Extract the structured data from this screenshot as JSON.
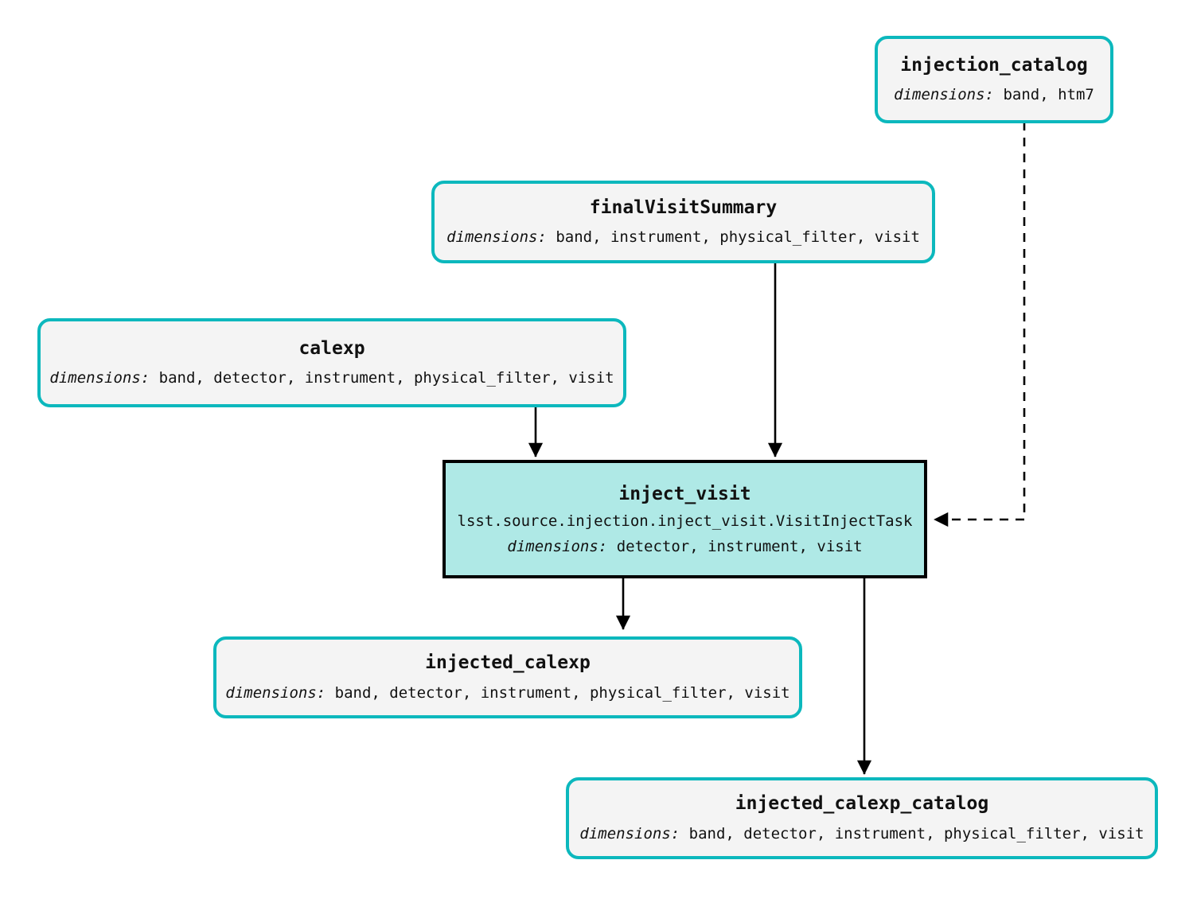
{
  "diagram": {
    "type": "pipeline-task-graph",
    "nodes": [
      {
        "id": "injection_catalog",
        "kind": "dataset",
        "title": "injection_catalog",
        "dims_label": "dimensions:",
        "dims_value": "band, htm7"
      },
      {
        "id": "finalVisitSummary",
        "kind": "dataset",
        "title": "finalVisitSummary",
        "dims_label": "dimensions:",
        "dims_value": "band, instrument, physical_filter, visit"
      },
      {
        "id": "calexp",
        "kind": "dataset",
        "title": "calexp",
        "dims_label": "dimensions:",
        "dims_value": "band, detector, instrument, physical_filter, visit"
      },
      {
        "id": "inject_visit",
        "kind": "task",
        "title": "inject_visit",
        "class_path": "lsst.source.injection.inject_visit.VisitInjectTask",
        "dims_label": "dimensions:",
        "dims_value": "detector, instrument, visit"
      },
      {
        "id": "injected_calexp",
        "kind": "dataset",
        "title": "injected_calexp",
        "dims_label": "dimensions:",
        "dims_value": "band, detector, instrument, physical_filter, visit"
      },
      {
        "id": "injected_calexp_catalog",
        "kind": "dataset",
        "title": "injected_calexp_catalog",
        "dims_label": "dimensions:",
        "dims_value": "band, detector, instrument, physical_filter, visit"
      }
    ],
    "edges": [
      {
        "id": "edge-injection-catalog-to-inject-visit",
        "from": "injection_catalog",
        "to": "inject_visit",
        "style": "dashed"
      },
      {
        "id": "edge-final-visit-summary-to-inject-visit",
        "from": "finalVisitSummary",
        "to": "inject_visit",
        "style": "solid"
      },
      {
        "id": "edge-calexp-to-inject-visit",
        "from": "calexp",
        "to": "inject_visit",
        "style": "solid"
      },
      {
        "id": "edge-inject-visit-to-injected-calexp",
        "from": "inject_visit",
        "to": "injected_calexp",
        "style": "solid"
      },
      {
        "id": "edge-inject-visit-to-injected-calexp-catalog",
        "from": "inject_visit",
        "to": "injected_calexp_catalog",
        "style": "solid"
      }
    ],
    "colors": {
      "dataset_border": "#0cb8bd",
      "dataset_fill": "#f4f4f4",
      "task_border": "#000000",
      "task_fill": "#afe9e6",
      "edge": "#000000",
      "background": "#ffffff"
    }
  }
}
